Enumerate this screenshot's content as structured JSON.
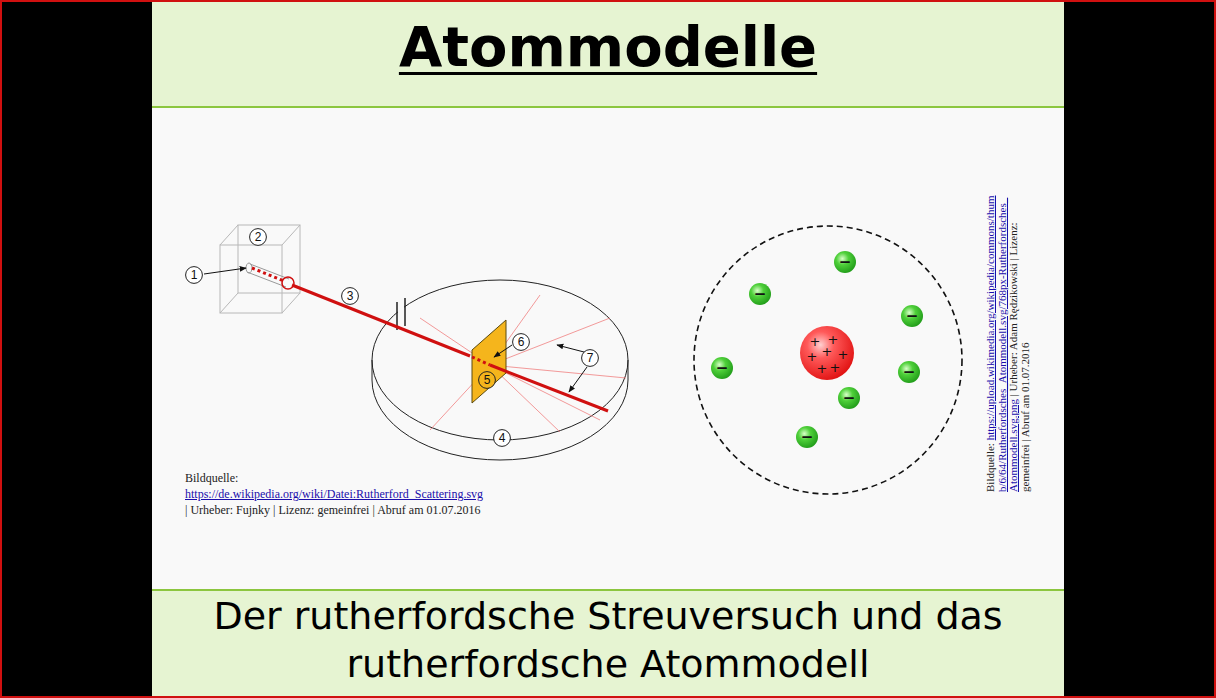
{
  "diagram": {
    "title": "Atommodelle",
    "caption": "Der rutherfordsche Streuversuch und das rutherfordsche Atommodell",
    "nodes": [
      {
        "text": [
          "1"
        ]
      },
      {
        "text": [
          "2"
        ]
      },
      {
        "text": [
          "3"
        ]
      },
      {
        "text": [
          "4"
        ]
      },
      {
        "text": [
          "5"
        ]
      },
      {
        "text": [
          "6"
        ]
      },
      {
        "text": [
          "7"
        ]
      },
      {
        "text": [
          "+",
          "+",
          "+",
          "+",
          "+",
          "+",
          "+"
        ]
      },
      {
        "text": [
          "−"
        ]
      },
      {
        "text": [
          "−"
        ]
      },
      {
        "text": [
          "−"
        ]
      },
      {
        "text": [
          "−"
        ]
      },
      {
        "text": [
          "−"
        ]
      },
      {
        "text": [
          "−"
        ]
      },
      {
        "text": [
          "−"
        ]
      }
    ],
    "labels": [
      "Bildquelle:",
      "https://de.wikipedia.org/wiki/Datei:Rutherford_Scattering.svg",
      "| Urheber: Fujnky | Lizenz: gemeinfrei | Abruf am 01.07.2016",
      "Bildquelle:",
      "https://upload.wikimedia.org/wikipedia/commons/thumb/6/64/Rutherfordsches_Atommodell.svg/768px-Rutherfordsches_Atommodell.svg.png",
      "| Urheber: Adam Rędzikowski | Lizenz: gemeinfrei | Abruf am 01.07.2016"
    ]
  }
}
